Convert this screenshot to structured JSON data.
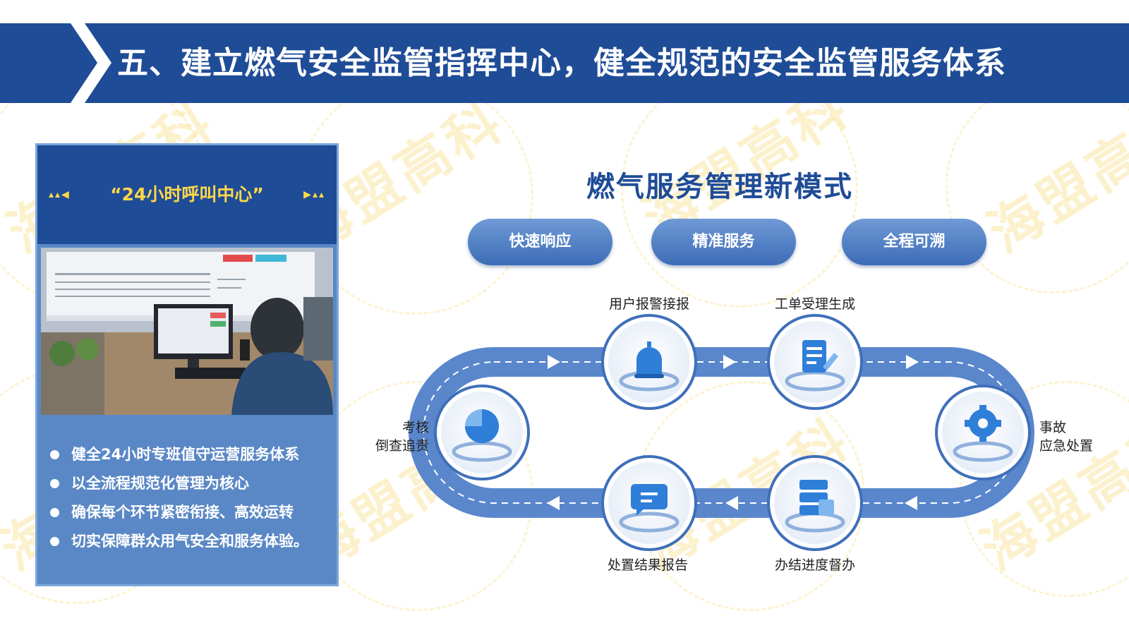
{
  "header": {
    "title": "五、建立燃气安全监管指挥中心，健全规范的安全监管服务体系"
  },
  "watermark": {
    "text": "海盟高科"
  },
  "panel": {
    "title": "“24小时呼叫中心”",
    "bullets": [
      "健全24小时专班值守运营服务体系",
      "以全流程规范化管理为核心",
      "确保每个环节紧密衔接、高效运转",
      "切实保障群众用气安全和服务体验。"
    ]
  },
  "diagram": {
    "title": "燃气服务管理新模式",
    "pills": [
      "快速响应",
      "精准服务",
      "全程可溯"
    ],
    "nodes": {
      "report": "用户报警接报",
      "workorder": "工单受理生成",
      "emergency_line1": "事故",
      "emergency_line2": "应急处置",
      "supervise": "办结进度督办",
      "result": "处置结果报告",
      "assess_line1": "考核",
      "assess_line2": "倒查追责"
    }
  },
  "colors": {
    "banner": "#1f4c97",
    "panel": "#5a88c6",
    "accent": "#ffd84a",
    "track": "#5a87cc"
  },
  "icons": [
    "alarm-bell-icon",
    "document-edit-icon",
    "gear-wrench-icon",
    "server-stack-icon",
    "chat-bubble-icon",
    "pie-chart-icon"
  ]
}
